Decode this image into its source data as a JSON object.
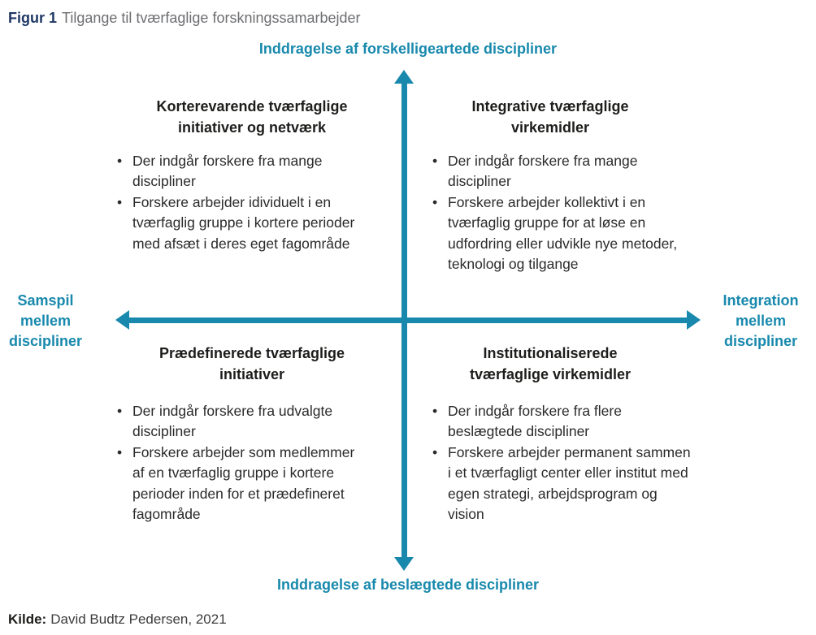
{
  "title": {
    "label": "Figur 1",
    "text": "Tilgange til tværfaglige forskningssamarbejder"
  },
  "axes": {
    "top": "Inddragelse af forskelligeartede discipliner",
    "bottom": "Inddragelse af beslægtede discipliner",
    "left": "Samspil mellem discipliner",
    "right": "Integration mellem discipliner"
  },
  "quadrants": [
    {
      "position": "top-left",
      "title": "Korterevarende tværfaglige initiativer og netværk",
      "bullets": [
        "Der indgår forskere fra mange discipliner",
        "Forskere arbejder idividuelt i en tværfaglig gruppe i kortere perioder med afsæt i deres eget fagområde"
      ]
    },
    {
      "position": "top-right",
      "title": "Integrative tværfaglige virkemidler",
      "bullets": [
        "Der indgår forskere fra mange discipliner",
        "Forskere arbejder kollektivt i en tværfaglig gruppe for at løse en udfordring eller udvikle nye metoder, teknologi og tilgange"
      ]
    },
    {
      "position": "bottom-left",
      "title": "Prædefinerede tværfaglige initiativer",
      "bullets": [
        "Der indgår forskere fra udvalgte discipliner",
        "Forskere arbejder som medlemmer af en tværfaglig gruppe i kortere perioder inden for et prædefineret fagområde"
      ]
    },
    {
      "position": "bottom-right",
      "title": "Institutionaliserede tværfaglige virkemidler",
      "bullets": [
        "Der indgår forskere fra flere beslægtede discipliner",
        "Forskere arbejder permanent sammen i et tværfagligt center eller institut med egen strategi, arbejdsprogram og vision"
      ]
    }
  ],
  "source": {
    "label": "Kilde:",
    "text": "David Budtz Pedersen, 2021"
  },
  "colors": {
    "accent": "#1889ad",
    "title_navy": "#1f3864",
    "title_gray": "#6d6e71",
    "text_dark": "#1d1d1b"
  }
}
